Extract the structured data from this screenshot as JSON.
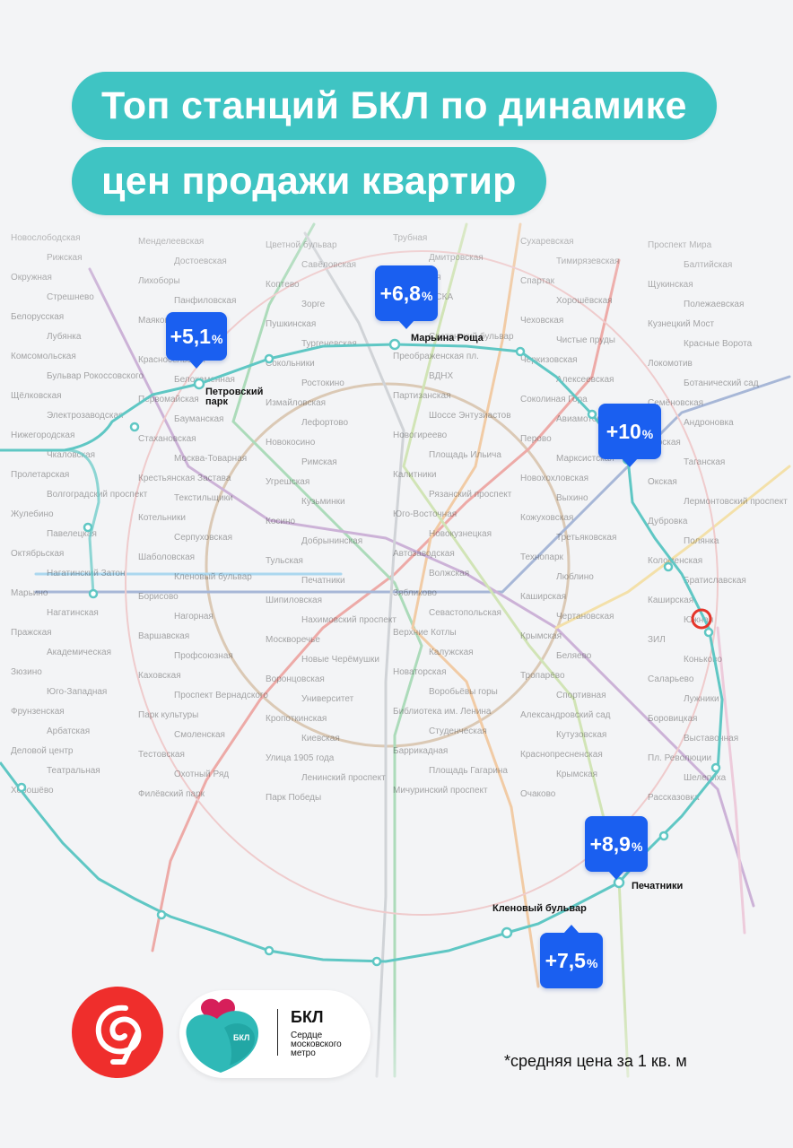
{
  "title": {
    "line1": "Топ станций БКЛ по динамике",
    "line2": "цен продажи квартир"
  },
  "badges": [
    {
      "id": "petrovsky",
      "value": "+5,1",
      "unit": "%",
      "station": "Петровский парк"
    },
    {
      "id": "maryina",
      "value": "+6,8",
      "unit": "%",
      "station": "Марьина Роща"
    },
    {
      "id": "elektrozavod",
      "value": "+10",
      "unit": "%",
      "station": ""
    },
    {
      "id": "pechatniki",
      "value": "+8,9",
      "unit": "%",
      "station": "Печатники"
    },
    {
      "id": "klenovy",
      "value": "+7,5",
      "unit": "%",
      "station": "Кленовый бульвар"
    }
  ],
  "map_labels": [
    "Новослободская",
    "Менделеевская",
    "Цветной бульвар",
    "Трубная",
    "Сухаревская",
    "Проспект Мира",
    "Рижская",
    "Достоевская",
    "Савёловская",
    "Дмитровская",
    "Тимирязевская",
    "Балтийская",
    "Окружная",
    "Лихоборы",
    "Коптево",
    "Войковская",
    "Спартак",
    "Щукинская",
    "Стрешнево",
    "Панфиловская",
    "Зорге",
    "ЦСКА",
    "Хорошёвская",
    "Полежаевская",
    "Белорусская",
    "Маяковская",
    "Пушкинская",
    "Тверская",
    "Чеховская",
    "Кузнецкий Мост",
    "Лубянка",
    "Китай-город",
    "Тургеневская",
    "Сретенский бульвар",
    "Чистые пруды",
    "Красные Ворота",
    "Комсомольская",
    "Красносельская",
    "Сокольники",
    "Преображенская пл.",
    "Черкизовская",
    "Локомотив",
    "Бульвар Рокоссовского",
    "Белокаменная",
    "Ростокино",
    "ВДНХ",
    "Алексеевская",
    "Ботанический сад",
    "Щёлковская",
    "Первомайская",
    "Измайловская",
    "Партизанская",
    "Соколиная Гора",
    "Семёновская",
    "Электрозаводская",
    "Бауманская",
    "Лефортово",
    "Шоссе Энтузиастов",
    "Авиамоторная",
    "Андроновка",
    "Нижегородская",
    "Стахановская",
    "Новокосино",
    "Новогиреево",
    "Перово",
    "Курская",
    "Чкаловская",
    "Москва-Товарная",
    "Римская",
    "Площадь Ильича",
    "Марксистская",
    "Таганская",
    "Пролетарская",
    "Крестьянская Застава",
    "Угрешская",
    "Калитники",
    "Новохохловская",
    "Окская",
    "Волгоградский проспект",
    "Текстильщики",
    "Кузьминки",
    "Рязанский проспект",
    "Выхино",
    "Лермонтовский проспект",
    "Жулебино",
    "Котельники",
    "Косино",
    "Юго-Восточная",
    "Кожуховская",
    "Дубровка",
    "Павелецкая",
    "Серпуховская",
    "Добрынинская",
    "Новокузнецкая",
    "Третьяковская",
    "Полянка",
    "Октябрьская",
    "Шаболовская",
    "Тульская",
    "Автозаводская",
    "Технопарк",
    "Коломенская",
    "Нагатинский Затон",
    "Кленовый бульвар",
    "Печатники",
    "Волжская",
    "Люблино",
    "Братиславская",
    "Марьино",
    "Борисово",
    "Шипиловская",
    "Зябликово",
    "Каширская",
    "Каширская",
    "Нагатинская",
    "Нагорная",
    "Нахимовский проспект",
    "Севастопольская",
    "Чертановская",
    "Южная",
    "Пражская",
    "Варшавская",
    "Москворечье",
    "Верхние Котлы",
    "Крымская",
    "ЗИЛ",
    "Академическая",
    "Профсоюзная",
    "Новые Черёмушки",
    "Калужская",
    "Беляево",
    "Коньково",
    "Зюзино",
    "Каховская",
    "Воронцовская",
    "Новаторская",
    "Тропарёво",
    "Саларьево",
    "Юго-Западная",
    "Проспект Вернадского",
    "Университет",
    "Воробьёвы горы",
    "Спортивная",
    "Лужники",
    "Фрунзенская",
    "Парк культуры",
    "Кропоткинская",
    "Библиотека им. Ленина",
    "Александровский сад",
    "Боровицкая",
    "Арбатская",
    "Смоленская",
    "Киевская",
    "Студенческая",
    "Кутузовская",
    "Выставочная",
    "Деловой центр",
    "Тестовская",
    "Улица 1905 года",
    "Баррикадная",
    "Краснопресненская",
    "Пл. Революции",
    "Театральная",
    "Охотный Ряд",
    "Ленинский проспект",
    "Площадь Гагарина",
    "Крымская",
    "Шелепиха",
    "Хорошёво",
    "Филёвский парк",
    "Парк Победы",
    "Мичуринский проспект",
    "Очаково",
    "Рассказовка"
  ],
  "logo": {
    "name": "БКЛ",
    "subtitle": "Сердце московского метро",
    "heart_text": "БКЛ"
  },
  "footnote": "*средняя цена за 1 кв. м",
  "colors": {
    "title_bg": "#3fc4c3",
    "badge_bg": "#1a5ff0",
    "bkl_line": "#5fc7c4",
    "logo_red": "#ef2e2c"
  }
}
